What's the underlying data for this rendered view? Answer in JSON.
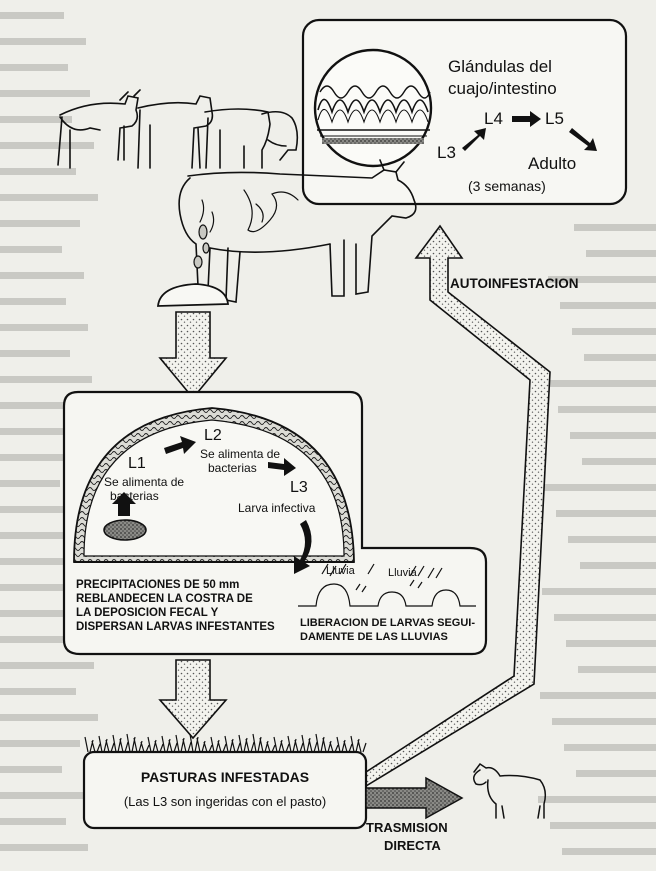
{
  "top_panel": {
    "title_line1": "Glándulas del",
    "title_line2": "cuajo/intestino",
    "stages": [
      "L3",
      "L4",
      "L5",
      "Adulto"
    ],
    "duration": "(3 semanas)"
  },
  "autoinfestation_label": "AUTOINFESTACION",
  "fecal_panel": {
    "l1": "L1",
    "l2": "L2",
    "l3": "L3",
    "note_l1_line1": "Se alimenta de",
    "note_l1_line2": "bacterias",
    "note_l2_line1": "Se alimenta de",
    "note_l2_line2": "bacterias",
    "infective_label": "Larva infectiva",
    "rain_label_1": "Lluvia",
    "rain_label_2": "Lluvia",
    "rain_text_line1": "PRECIPITACIONES DE 50 mm",
    "rain_text_line2": "REBLANDECEN LA COSTRA DE",
    "rain_text_line3": "LA DEPOSICION FECAL Y",
    "rain_text_line4": "DISPERSAN LARVAS INFESTANTES",
    "release_line1": "LIBERACION DE LARVAS SEGUI-",
    "release_line2": "DAMENTE DE LAS LLUVIAS"
  },
  "pasture_box": {
    "title": "PASTURAS INFESTADAS",
    "subtitle": "(Las L3 son ingeridas con el pasto)"
  },
  "direct_transmission": {
    "line1": "TRASMISION",
    "line2": "DIRECTA"
  },
  "colors": {
    "ink": "#111111",
    "paper": "#efefea",
    "background_text": "#c9c9c4",
    "stipple_arrow": "#d0d0cb"
  }
}
